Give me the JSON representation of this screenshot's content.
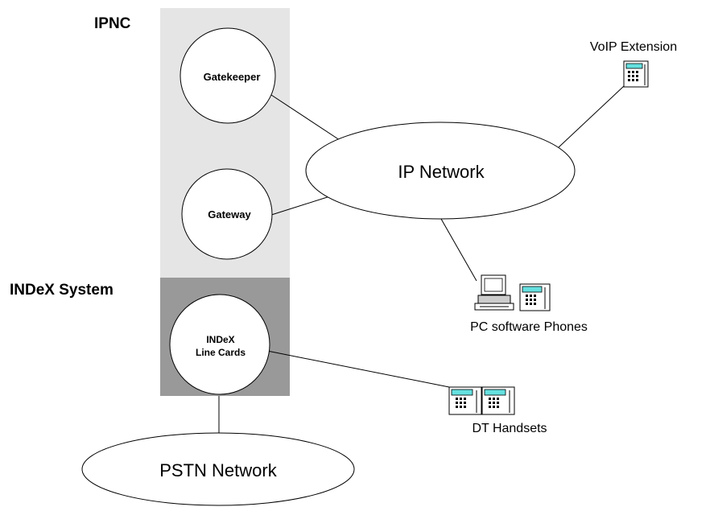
{
  "title_ipnc": "IPNC",
  "title_index_system": "INDeX System",
  "nodes": {
    "gatekeeper": "Gatekeeper",
    "gateway": "Gateway",
    "index_line_cards_line1": "INDeX",
    "index_line_cards_line2": "Line Cards",
    "ip_network": "IP Network",
    "pstn_network": "PSTN Network"
  },
  "devices": {
    "voip_extension": "VoIP Extension",
    "pc_software_phones": "PC software Phones",
    "dt_handsets": "DT Handsets"
  },
  "colors": {
    "ipnc_panel": "#e5e5e5",
    "index_panel": "#999999",
    "phone_screen": "#66e0e0"
  }
}
